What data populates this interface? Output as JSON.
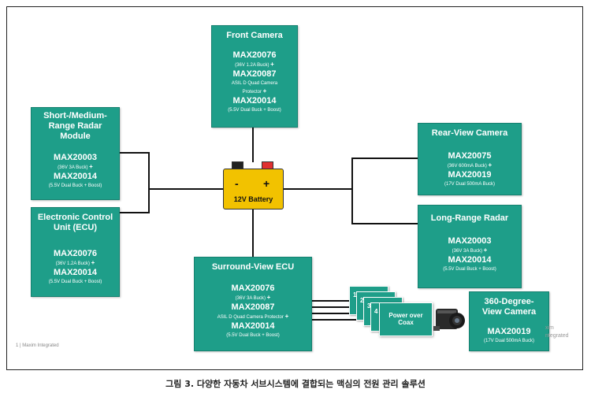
{
  "front_camera": {
    "title": "Front Camera",
    "pn1": "MAX20076",
    "spec1": "(36V 1.2A Buck)",
    "pn2": "MAX20087",
    "spec2a": "ASIL D Quad Camera",
    "spec2b": "Protector",
    "pn3": "MAX20014",
    "spec3": "(5.5V Dual Buck + Boost)"
  },
  "radar_module": {
    "title1": "Short-/Medium-",
    "title2": "Range Radar",
    "title3": "Module",
    "pn1": "MAX20003",
    "spec1": "(36V 3A Buck)",
    "pn2": "MAX20014",
    "spec2": "(5.5V Dual Buck + Boost)"
  },
  "ecu": {
    "title1": "Electronic Control",
    "title2": "Unit (ECU)",
    "pn1": "MAX20076",
    "spec1": "(36V 1.2A Buck)",
    "pn2": "MAX20014",
    "spec2": "(5.5V Dual Buck + Boost)"
  },
  "rear_camera": {
    "title": "Rear-View Camera",
    "pn1": "MAX20075",
    "spec1": "(36V 600mA Buck)",
    "pn2": "MAX20019",
    "spec2": "(17V Dual 500mA Buck)"
  },
  "long_radar": {
    "title": "Long-Range Radar",
    "pn1": "MAX20003",
    "spec1": "(36V 3A Buck)",
    "pn2": "MAX20014",
    "spec2": "(5.5V Dual Buck + Boost)"
  },
  "surround_ecu": {
    "title": "Surround-View ECU",
    "pn1": "MAX20076",
    "spec1": "(36V 3A Buck)",
    "pn2": "MAX20087",
    "spec2": "ASIL D Quad Camera Protector",
    "pn3": "MAX20014",
    "spec3": "(5.5V Dual Buck + Boost)"
  },
  "view360": {
    "title1": "360-Degree-",
    "title2": "View Camera",
    "pn1": "MAX20019",
    "spec1": "(17V Dual 500mA Buck)"
  },
  "battery": {
    "minus": "-",
    "plus": "+",
    "label": "12V Battery"
  },
  "coax": {
    "cards": [
      "1",
      "2",
      "3",
      "4"
    ],
    "label1": "Power over",
    "label2": "Coax"
  },
  "plus_sign": "+",
  "footer": "1 | Maxim Integrated",
  "logo_text": [
    "xim",
    "ntegrated"
  ],
  "caption": "그림 3. 다양한 자동차 서브시스템에 결합되는 맥심의 전원 관리 솔루션",
  "colors": {
    "box": "#1e9e89",
    "battery": "#f2c200",
    "minus_terminal": "#222222",
    "plus_terminal": "#e03030"
  }
}
